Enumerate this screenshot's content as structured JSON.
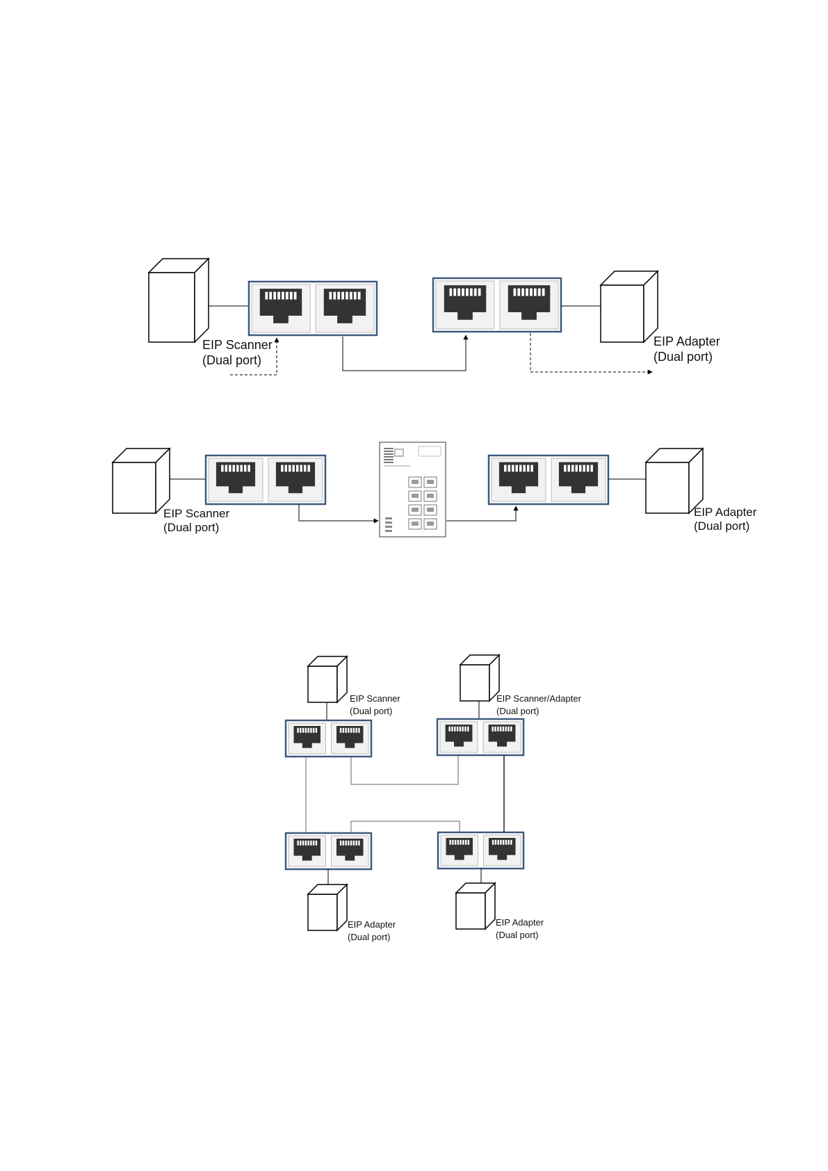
{
  "colors": {
    "module_border": "#3d5a7f",
    "module_fill": "#ffffff",
    "port_panel": "#f2f2f2",
    "port_jack": "#333333",
    "device_stroke": "#000000",
    "line": "#000000",
    "switch_stroke": "#555555"
  },
  "diagram1": {
    "scanner_label": "EIP Scanner",
    "scanner_sublabel": "(Dual port)",
    "adapter_label": "EIP Adapter",
    "adapter_sublabel": "(Dual port)"
  },
  "diagram2": {
    "scanner_label": "EIP Scanner",
    "scanner_sublabel": "(Dual port)",
    "adapter_label": "EIP Adapter",
    "adapter_sublabel": "(Dual port)",
    "switch_icon": "ethernet-switch-icon"
  },
  "diagram3": {
    "scanner_label": "EIP Scanner",
    "scanner_sublabel": "(Dual port)",
    "scanner_adapter_label": "EIP Scanner/Adapter",
    "scanner_adapter_sublabel": "(Dual port)",
    "adapter_left_label": "EIP Adapter",
    "adapter_left_sublabel": "(Dual port)",
    "adapter_right_label": "EIP Adapter",
    "adapter_right_sublabel": "(Dual port)"
  }
}
